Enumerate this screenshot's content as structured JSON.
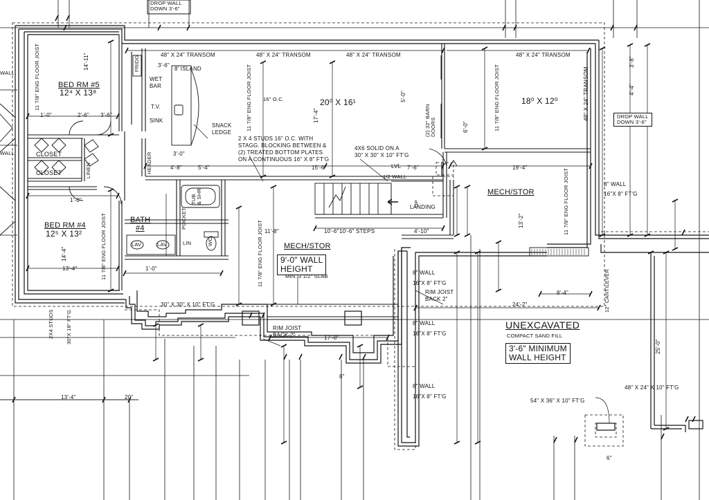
{
  "colors": {
    "line": "#111111",
    "background": "#ffffff",
    "hatch": "#333333"
  },
  "rooms": {
    "bed5": "BED RM #5",
    "bed5_size": "12⁴ X 13⁸",
    "bed4": "BED RM #4",
    "bed4_size": "12⁵ X 13²",
    "family": "20⁰ X 16¹",
    "rec": "18⁰ X 12⁰",
    "bath": "BATH",
    "bath_num": "#4",
    "mech_stor_1": "MECH/STOR",
    "mech_stor_2": "MECH/STOR",
    "closet_1": "CLOSET",
    "closet_2": "CLOSET",
    "unexcavated": "UNEXCAVATED"
  },
  "notes": {
    "drop_wall_top": "DROP WALL\nDOWN 3'-6\"",
    "drop_wall_right": "DROP WALL\nDOWN 3'-6\"",
    "transom_1": "48\" X 24\" TRANSOM",
    "transom_2": "48\" X 24\" TRANSOM",
    "transom_3": "48\" X 24\" TRANSOM",
    "transom_4": "48\" X 24\" TRANSOM",
    "transom_vert": "48\" X 24\" TRANSOM",
    "island": "8' ISLAND",
    "wet_bar": "WET\nBAR",
    "fridg": "FRIDG",
    "tv": "T.V.",
    "sink": "SINK",
    "snack_ledge": "SNACK\nLEDGE",
    "stagg_note": "2 X 4 STUDS 16\" O.C. WITH\nSTAGG. BLOCKING BETWEEN &\n(2) TREATED BOTTOM PLATES\nON A CONTINUOUS 16\" X 8\" FT'G",
    "solid_note": "4X6 SOLID ON A\n30\" X 30\" X 10\" FT'G",
    "lvl": "LVL",
    "half_wall": "1/2 WALL",
    "up": "UP",
    "landing": "LANDING",
    "steps": "10'-6\" STEPS",
    "barn_doors": "(2) 32\" BARN\nDOORS",
    "wall_height": "9'-0\" WALL\nHEIGHT",
    "slab": "MIN. 3 1/2\" SLAB",
    "wall_8_1": "8\" WALL",
    "ftg_1": "16\"X 8\" FT'G",
    "rim_joist_1": "RIM JOIST\nBACK 2\"",
    "wall_8_2": "8\" WALL",
    "ftg_2": "16\"X 8\" FT'G",
    "wall_8_3": "8\" WALL",
    "ftg_3": "16\"X 8\" FT'G",
    "rim_joist_2": "RIM JOIST\nBACK 2\"",
    "wall_8_right": "8\" WALL",
    "ftg_right": "16\"X 8\" FT'G",
    "ftg_30": "30\" X 30\" X 10\" FT'G",
    "ftg_30_left": "30\"X 18\" FT'G",
    "compact_fill": "COMPACT SAND FILL",
    "min_wall_height": "3'-6\" MINIMUM\nWALL HEIGHT",
    "ftg_48": "48\" X 24\" X 10\" FT'G",
    "ftg_54": "54\" X 36\" X 10\" FT'G",
    "cantilever": "12\" CANTILEVER",
    "joist_1": "11 7/8\" ENG FLOOR JOIST",
    "joist_2": "11 7/8\" ENG FLOOR JOIST",
    "joist_3": "11 7/8\" ENG FLOOR JOIST",
    "joist_4": "11 7/8\" ENG FLOOR JOIST",
    "joist_5": "11 7/8\" ENG FLOOR JOIST",
    "joist_6": "11 7/8\" ENG FLOOR JOIST",
    "oc_16": "16\" O.C.",
    "linen": "LINEN",
    "pocket": "POCKET",
    "tub": "TUB\n& SHR",
    "lav_1": "LAV",
    "lav_2": "LAV",
    "lin": "LIN",
    "wc": "WC",
    "header": "HEADER",
    "studs_2x4": "2X4 STUDS",
    "wall_l1": "WALL",
    "wall_l2": "WALL"
  },
  "dims": {
    "d_14_11": "14'-11\"",
    "d_1_0_a": "1'-0\"",
    "d_2_6": "2'-6\"",
    "d_3_6": "3'-6\"",
    "d_3_6b": "3'-6\"",
    "d_1_0_b": "1'-0\"",
    "d_3_0": "3'-0\"",
    "d_4_8": "4'-8\"",
    "d_5_4": "5'-4\"",
    "d_15_6": "15'-6\"",
    "d_17_4": "17'-4\"",
    "d_5_0": "5'-0\"",
    "d_7_6": "7'-6\"",
    "d_19_4": "19'-4\"",
    "d_13_2": "13'-2\"",
    "d_10_6": "10'-6\"",
    "d_4_10": "4'-10\"",
    "d_11_8": "11'-8\"",
    "d_14_4": "14'-4\"",
    "d_13_4_a": "13'-4\"",
    "d_1_0_c": "1'-0\"",
    "d_17_8": "17'-8\"",
    "d_24_2": "24'-2\"",
    "d_8_4": "8'-4\"",
    "d_13_4_b": "13'-4\"",
    "d_20": "20\"",
    "d_25_0": "25'-0\"",
    "d_3_8": "3'-8\"",
    "d_4_4": "4'-4\"",
    "d_6_0": "6'-0\"",
    "d_8": "8\"",
    "d_6": "6\""
  }
}
